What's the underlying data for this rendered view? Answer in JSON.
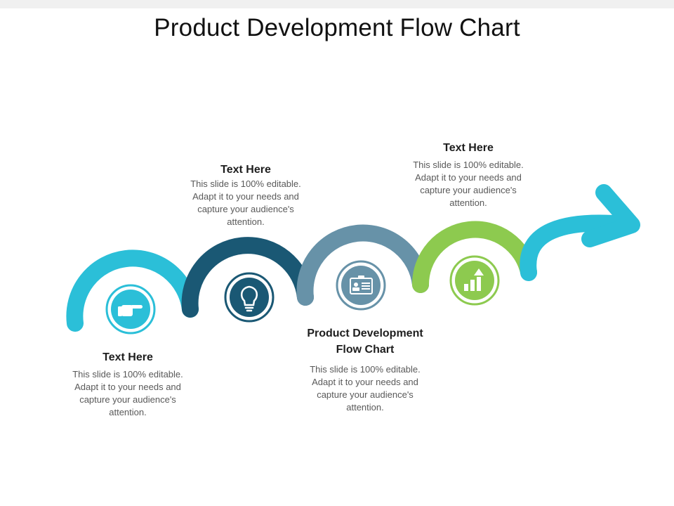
{
  "title": "Product Development Flow Chart",
  "colors": {
    "stage1": "#2bbfd8",
    "stage2": "#1a5874",
    "stage3": "#6792a8",
    "stage4": "#8dca4f",
    "stage5": "#2bbfd8"
  },
  "steps": [
    {
      "heading": "Text Here",
      "body": "This slide is 100% editable. Adapt it to your needs and capture your audience's attention.",
      "icon": "pointing-hand-icon"
    },
    {
      "heading": "Text Here",
      "body": "This slide is 100% editable. Adapt it to your needs and capture your audience's attention.",
      "icon": "lightbulb-icon"
    },
    {
      "heading": "Product Development Flow Chart",
      "body": "This slide is 100% editable. Adapt it to your needs and capture your audience's attention.",
      "icon": "id-card-icon"
    },
    {
      "heading": "Text Here",
      "body": "This slide is 100% editable. Adapt it to your needs and capture your audience's attention.",
      "icon": "growth-chart-icon"
    }
  ]
}
